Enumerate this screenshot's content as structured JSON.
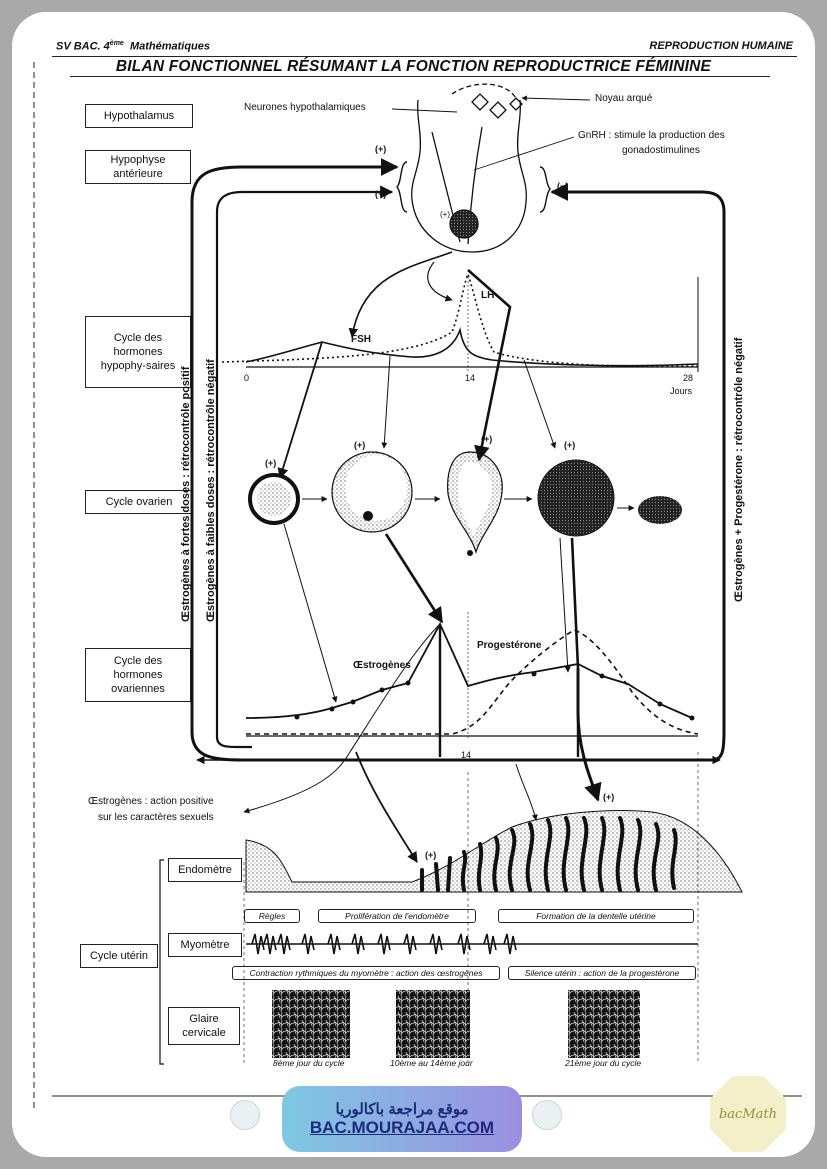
{
  "header": {
    "left_prefix": "SV BAC. 4",
    "left_sup": "ème",
    "left_subject": "Mathématiques",
    "right": "REPRODUCTION HUMAINE"
  },
  "title": "BILAN FONCTIONNEL RÉSUMANT LA FONCTION REPRODUCTRICE FÉMININE",
  "row_labels": {
    "hypothalamus": "Hypothalamus",
    "hypophyse": "Hypophyse antérieure",
    "hormones_hypo": "Cycle des hormones hypophy-saires",
    "ovarien": "Cycle ovarien",
    "hormones_ova": "Cycle des hormones ovariennes",
    "endometre": "Endomètre",
    "cycle_uterin": "Cycle utérin",
    "myometre": "Myomètre",
    "glaire": "Glaire cervicale"
  },
  "annotations": {
    "neurones": "Neurones hypothalamiques",
    "noyau": "Noyau arqué",
    "gnrh_1": "GnRH : stimule la production des",
    "gnrh_2": "gonadostimulines",
    "plus": "(+)",
    "minus": "(−)",
    "fsh": "FSH",
    "lh": "LH",
    "oestrogenes": "Œstrogènes",
    "progesterone": "Progestérone",
    "action_1": "Œstrogènes : action positive",
    "action_2": "sur les caractères sexuels"
  },
  "axis": {
    "tick_0": "0",
    "tick_14": "14",
    "tick_28": "28",
    "unit": "Jours",
    "tick_14_lower": "14"
  },
  "feedback_labels": {
    "left_outer": "Œstrogènes à fortes doses : rétrocontrôle positif",
    "left_inner": "Œstrogènes à faibles doses : rétrocontrôle négatif",
    "right": "Œstrogènes + Progestérone : rétrocontrôle négatif"
  },
  "phases": {
    "regles": "Règles",
    "proliferation": "Prolifération de l'endomètre",
    "dentelle": "Formation de la dentelle utérine",
    "contraction": "Contraction rythmiques du myomètre : action des œstrogènes",
    "silence": "Silence utérin : action de la progestérone"
  },
  "glaire_captions": {
    "c1": "8ème jour du cycle",
    "c2": "10ème au 14ème jour",
    "c3": "21ème jour du cycle"
  },
  "footer": {
    "arabic": "موقع مراجعة باكالوريا",
    "url": "BAC.MOURAJAA.COM",
    "logo": "bacMath"
  },
  "colors": {
    "ink": "#111111",
    "page_bg": "#a9a9a9",
    "footer_gradient_start": "#7ec8e3",
    "footer_gradient_end": "#9b8fe0",
    "footer_text": "#1b2a7a",
    "logo_bg": "#f3efc9"
  }
}
